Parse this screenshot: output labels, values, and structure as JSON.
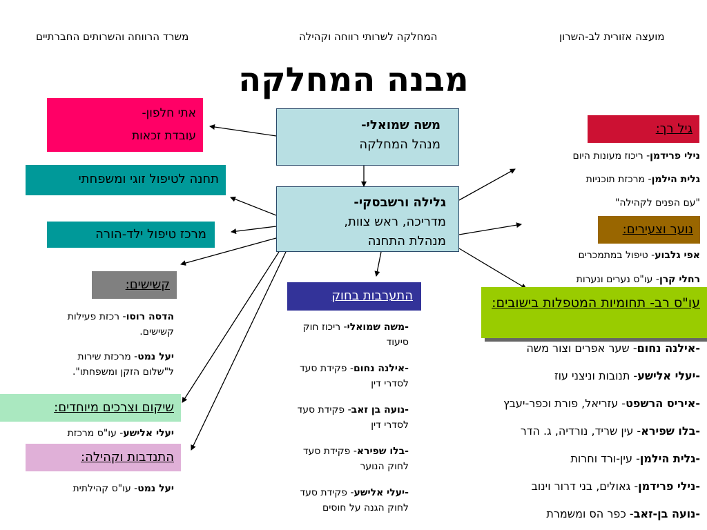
{
  "header": {
    "left": "משרד הרווחה והשרותים החברתיים",
    "center": "המחלקה לשרותי רווחה וקהילה",
    "right": "מועצה אזורית לב-השרון"
  },
  "title": "מבנה המחלקה",
  "colors": {
    "pink": "#ff0066",
    "teal": "#009999",
    "lightblue": "#b8dfe3",
    "gray": "#808080",
    "navy": "#333399",
    "mint": "#aae8c0",
    "lilac": "#e0b0d8",
    "red": "#cc1133",
    "brown": "#996600",
    "lime": "#99cc00"
  },
  "head": {
    "name": "משה שמואלי-",
    "role": "מנהל המחלקה"
  },
  "supervisor": {
    "name": "גלילה ורשבסקי-",
    "line1": "מדריכה, ראש צוות,",
    "line2": "מנהלת התחנה"
  },
  "rights": {
    "name": "אתי חלפון-",
    "role": "עובדת זכאות"
  },
  "family_station": "תחנה לטיפול זוגי ומשפחתי",
  "parent_child": "מרכז טיפול ילד-הורה",
  "elderly": {
    "title": "קשישים:",
    "items": [
      {
        "name": "הדסה רוסו",
        "desc": "- רכזת פעילות",
        "desc2": "קשישים."
      },
      {
        "name": "יעל נמט",
        "desc": "- מרכזת שירות",
        "desc2": "ל\"שלום הזקן ומשפחתו\"."
      }
    ]
  },
  "rehab": {
    "title": "שיקום וצרכים מיוחדים:",
    "name": "יעלי אלישע",
    "desc": "- עו\"ס מרכזת"
  },
  "volunteer": {
    "title": "התנדבות וקהילה:",
    "name": "יעל נמט",
    "desc": "- עו\"ס קהילתית"
  },
  "law": {
    "title": "התערבות בחוק",
    "items": [
      {
        "name": "-משה שמואלי",
        "desc": "- ריכוז חוק",
        "desc2": "סיעוד"
      },
      {
        "name": "-אילנה נחום",
        "desc": "- פקידת סעד",
        "desc2": "לסדרי דין"
      },
      {
        "name": "-נועה בן זאב",
        "desc": "- פקידת סעד",
        "desc2": "לסדרי דין"
      },
      {
        "name": "-בלו שפירא",
        "desc": "- פקידת סעד",
        "desc2": "לחוק הנוער"
      },
      {
        "name": "-יעלי אלישע",
        "desc": "- פקידת סעד",
        "desc2": "לחוק הגנה על חוסים"
      }
    ]
  },
  "early": {
    "title": "גיל רך:",
    "items": [
      {
        "name": "נילי פרידמן",
        "desc": "- ריכוז מעונות היום"
      },
      {
        "name": "גלית הילמן",
        "desc": "- מרכזת תוכניות"
      },
      {
        "name": "",
        "desc": "\"עם הפנים לקהילה\""
      }
    ]
  },
  "youth": {
    "title": "נוער וצעירים:",
    "items": [
      {
        "name": "אפי גלבוע",
        "desc": "- טיפול במתמכרים"
      },
      {
        "name": "רחלי קרן",
        "desc": "- עו\"ס נערים ונערות"
      }
    ]
  },
  "multi": {
    "title": "עו\"ס רב- תחומיות המטפלות בישובים:",
    "items": [
      {
        "name": "-אילנה נחום",
        "desc": "- שער אפרים וצור משה"
      },
      {
        "name": "-יעלי אלישע",
        "desc": "- תנובות וניצני עוז"
      },
      {
        "name": "-איריס הרשפט",
        "desc": "- עזריאל, פורת וכפר-יעבץ"
      },
      {
        "name": "-בלו שפירא",
        "desc": "- עין שריד, נורדיה, ג. הדר"
      },
      {
        "name": "-גלית הילמן",
        "desc": "- עין-ורד וחרות"
      },
      {
        "name": "-נילי פרידמן",
        "desc": "- גאולים, בני דרור וינוב"
      },
      {
        "name": "-נועה בן-זאב",
        "desc": "- כפר הס ומשמרת"
      }
    ]
  }
}
